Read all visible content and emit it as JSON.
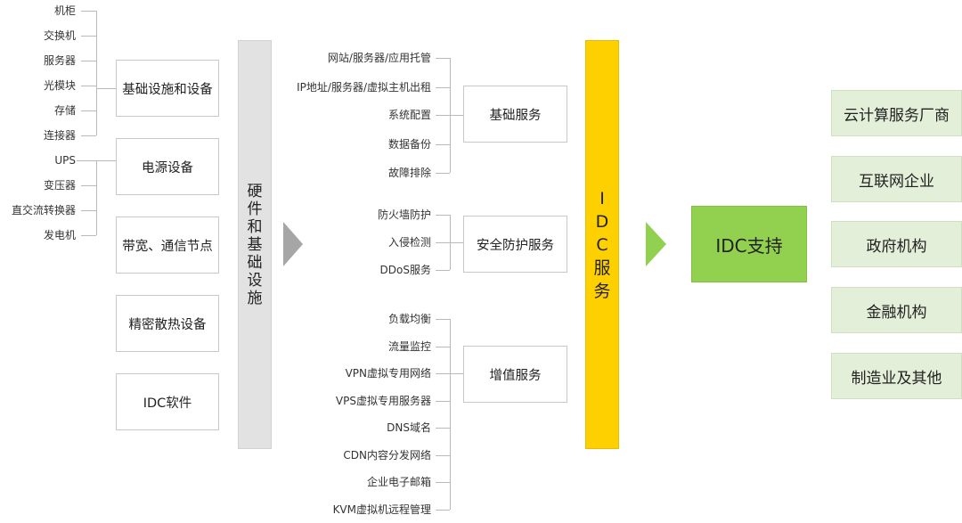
{
  "left_group": [
    {
      "title": "基础设施和设备",
      "items": [
        "机柜",
        "交换机",
        "服务器",
        "光模块",
        "存储",
        "连接器"
      ]
    },
    {
      "title": "电源设备",
      "items": [
        "UPS",
        "变压器",
        "直交流转换器",
        "发电机"
      ]
    },
    {
      "title": "带宽、通信节点",
      "items": []
    },
    {
      "title": "精密散热设备",
      "items": []
    },
    {
      "title": "IDC软件",
      "items": []
    }
  ],
  "hardware_bar": {
    "chars": [
      "硬",
      "件",
      "和",
      "基",
      "础",
      "设",
      "施"
    ]
  },
  "services": [
    {
      "title": "基础服务",
      "items": [
        "网站/服务器/应用托管",
        "IP地址/服务器/虚拟主机出租",
        "系统配置",
        "数据备份",
        "故障排除"
      ]
    },
    {
      "title": "安全防护服务",
      "items": [
        "防火墙防护",
        "入侵检测",
        "DDoS服务"
      ]
    },
    {
      "title": "增值服务",
      "items": [
        "负载均衡",
        "流量监控",
        "VPN虚拟专用网络",
        "VPS虚拟专用服务器",
        "DNS域名",
        "CDN内容分发网络",
        "企业电子邮箱",
        "KVM虚拟机远程管理"
      ]
    }
  ],
  "idc_bar": {
    "chars": [
      "I",
      "D",
      "C",
      "服",
      "务"
    ]
  },
  "idc_support": "IDC支持",
  "customers": [
    "云计算服务厂商",
    "互联网企业",
    "政府机构",
    "金融机构",
    "制造业及其他"
  ],
  "colors": {
    "line": "#b9b9b9",
    "box_border": "#c8c8c8",
    "hardware_bar": "#e2e2e2",
    "left_arrow": "#a6a6a6",
    "idc_bar": "#ffd000",
    "right_arrow": "#92d050",
    "idc_support": "#92d050",
    "customer_fill": "#e3efd9"
  }
}
